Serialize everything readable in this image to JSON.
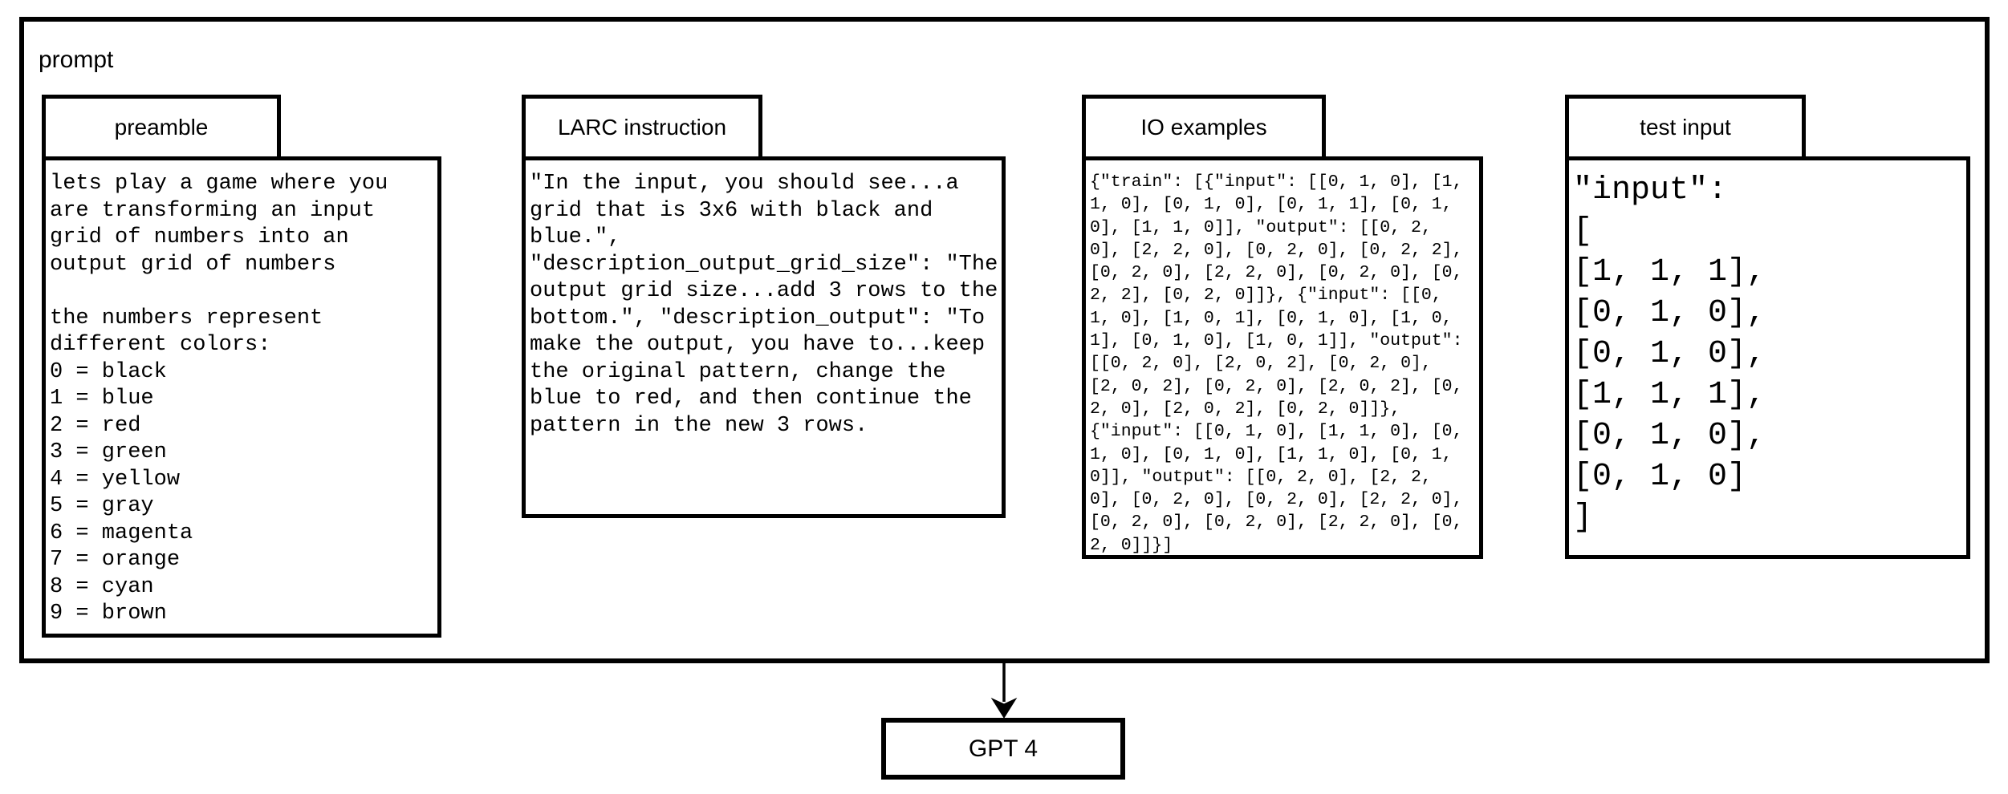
{
  "diagram": {
    "prompt_group": {
      "label": "prompt"
    },
    "panels": [
      {
        "tab": "preamble",
        "body": "lets play a game where you\nare transforming an input\ngrid of numbers into an\noutput grid of numbers\n\nthe numbers represent\ndifferent colors:\n0 = black\n1 = blue\n2 = red\n3 = green\n4 = yellow\n5 = gray\n6 = magenta\n7 = orange\n8 = cyan\n9 = brown"
      },
      {
        "tab": "LARC instruction",
        "body": "\"In the input, you should see...a\ngrid that is 3x6 with black and\nblue.\",\n\"description_output_grid_size\": \"The\noutput grid size...add 3 rows to the\nbottom.\", \"description_output\": \"To\nmake the output, you have to...keep\nthe original pattern, change the\nblue to red, and then continue the\npattern in the new 3 rows."
      },
      {
        "tab": "IO examples",
        "body": "{\"train\": [{\"input\": [[0, 1, 0], [1,\n1, 0], [0, 1, 0], [0, 1, 1], [0, 1,\n0], [1, 1, 0]], \"output\": [[0, 2,\n0], [2, 2, 0], [0, 2, 0], [0, 2, 2],\n[0, 2, 0], [2, 2, 0], [0, 2, 0], [0,\n2, 2], [0, 2, 0]]}, {\"input\": [[0,\n1, 0], [1, 0, 1], [0, 1, 0], [1, 0,\n1], [0, 1, 0], [1, 0, 1]], \"output\":\n[[0, 2, 0], [2, 0, 2], [0, 2, 0],\n[2, 0, 2], [0, 2, 0], [2, 0, 2], [0,\n2, 0], [2, 0, 2], [0, 2, 0]]},\n{\"input\": [[0, 1, 0], [1, 1, 0], [0,\n1, 0], [0, 1, 0], [1, 1, 0], [0, 1,\n0]], \"output\": [[0, 2, 0], [2, 2,\n0], [0, 2, 0], [0, 2, 0], [2, 2, 0],\n[0, 2, 0], [0, 2, 0], [2, 2, 0], [0,\n2, 0]]}]"
      },
      {
        "tab": "test input",
        "body": "\"input\":\n[\n[1, 1, 1],\n[0, 1, 0],\n[0, 1, 0],\n[1, 1, 1],\n[0, 1, 0],\n[0, 1, 0]\n]"
      }
    ],
    "arrow": {
      "icon": "down-arrow"
    },
    "model_box": {
      "label": "GPT 4"
    },
    "colors": {
      "ink": "#000000",
      "background": "#ffffff"
    }
  }
}
